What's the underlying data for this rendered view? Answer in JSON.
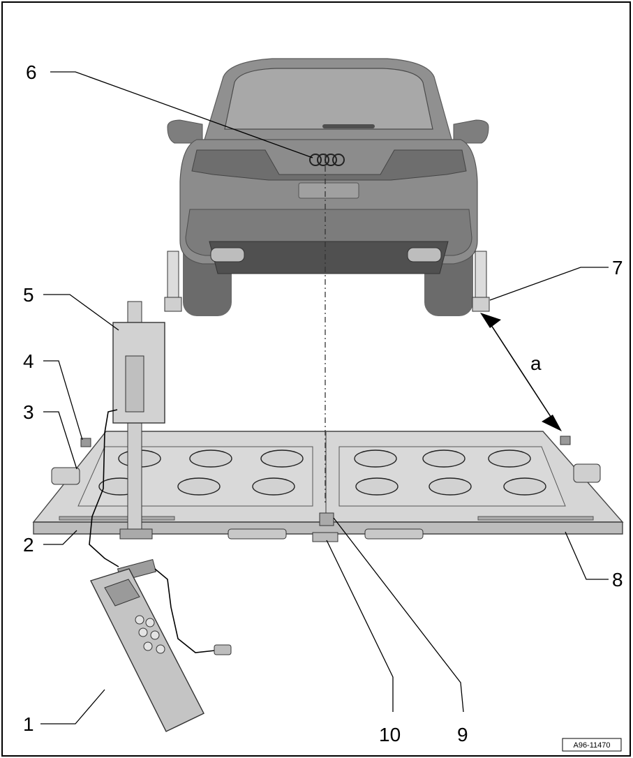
{
  "figure": {
    "code": "A96-11470",
    "colors": {
      "border": "#000000",
      "car_body": "#8c8c8c",
      "car_dark": "#5a5a5a",
      "car_light": "#b4b4b4",
      "mat": "#d6d6d6",
      "mat_edge": "#9a9a9a"
    }
  },
  "callouts": [
    {
      "id": "1",
      "label": "1"
    },
    {
      "id": "2",
      "label": "2"
    },
    {
      "id": "3",
      "label": "3"
    },
    {
      "id": "4",
      "label": "4"
    },
    {
      "id": "5",
      "label": "5"
    },
    {
      "id": "6",
      "label": "6"
    },
    {
      "id": "7",
      "label": "7"
    },
    {
      "id": "8",
      "label": "8"
    },
    {
      "id": "9",
      "label": "9"
    },
    {
      "id": "10",
      "label": "10"
    },
    {
      "id": "a",
      "label": "a"
    }
  ]
}
